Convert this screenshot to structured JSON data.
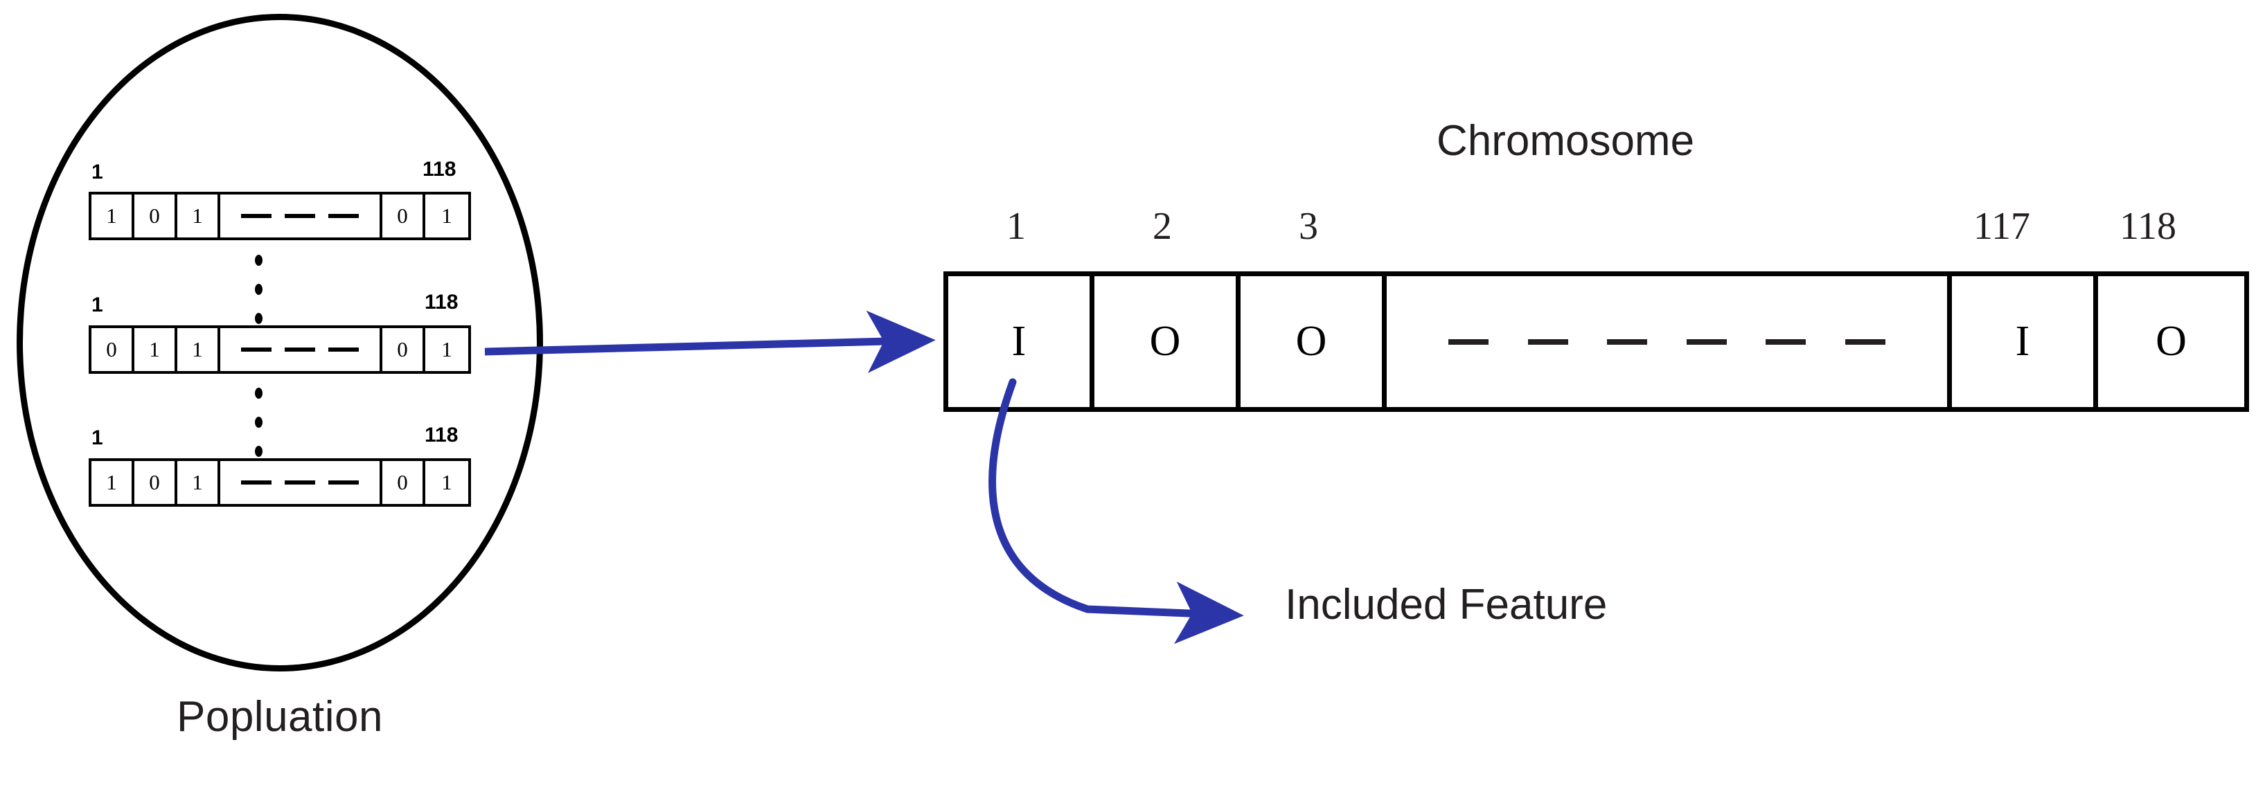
{
  "figure": {
    "population": {
      "label": "Popluation",
      "rows": [
        {
          "start_index": "1",
          "end_index": "118",
          "values": [
            "1",
            "0",
            "1",
            "0",
            "1"
          ],
          "middle": "dashes"
        },
        {
          "start_index": "1",
          "end_index": "118",
          "values": [
            "0",
            "1",
            "1",
            "0",
            "1"
          ],
          "middle": "dashes"
        },
        {
          "start_index": "1",
          "end_index": "118",
          "values": [
            "1",
            "0",
            "1",
            "0",
            "1"
          ],
          "middle": "dashes"
        }
      ],
      "ellipsis_dots": 3
    },
    "chromosome": {
      "title": "Chromosome",
      "indices": [
        "1",
        "2",
        "3",
        "117",
        "118"
      ],
      "cells": [
        "I",
        "O",
        "O",
        "I",
        "O"
      ],
      "middle_cell_dashes": 6
    },
    "annotation": {
      "included_feature_label": "Included Feature",
      "points_to_cell_index": "1"
    },
    "colors": {
      "arrow_blue": "#2b35a8",
      "outline_black": "#000000",
      "text_dark": "#231f20",
      "background": "#ffffff"
    }
  }
}
